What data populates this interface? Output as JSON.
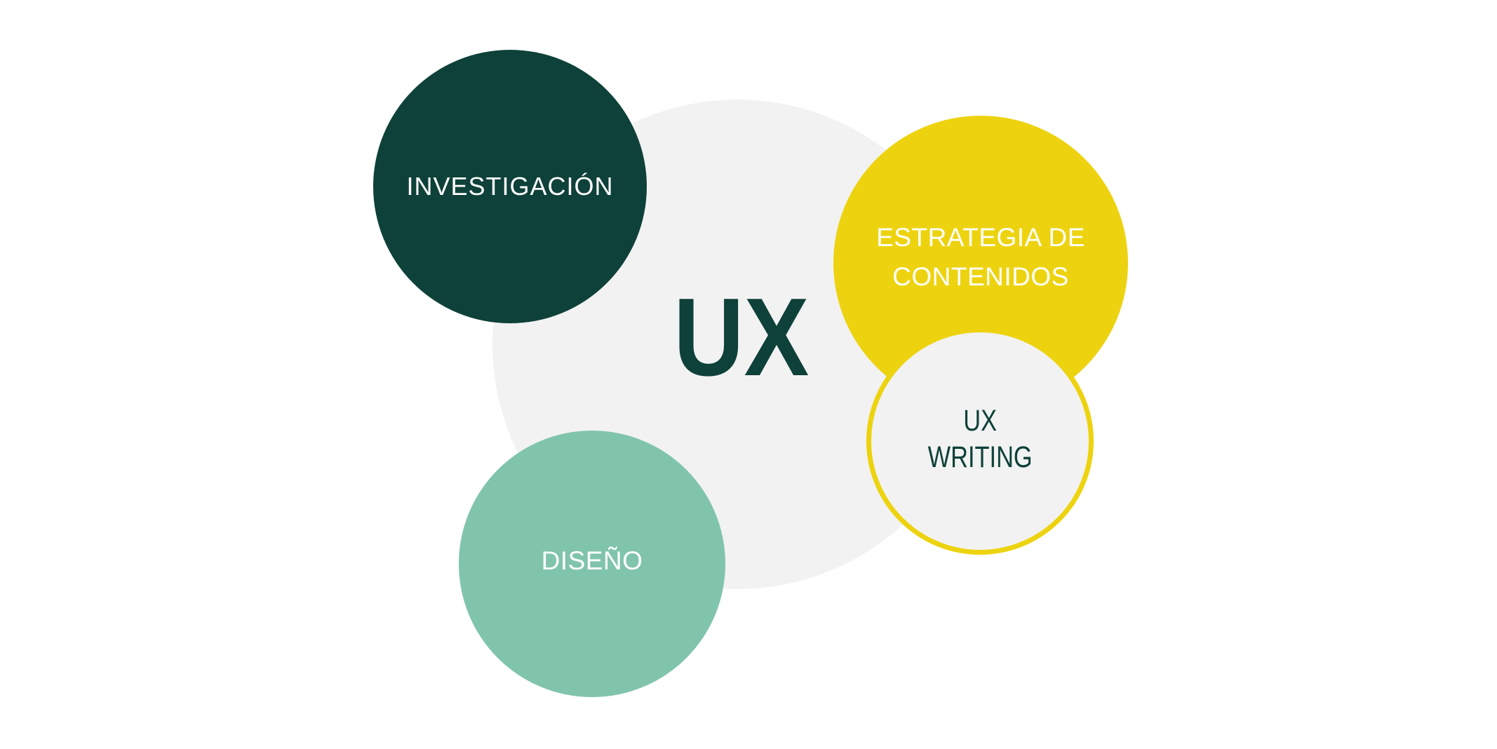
{
  "diagram": {
    "background": "#FFFFFF",
    "hub": {
      "label": "UX",
      "fill": "#F2F2F2",
      "text_color": "#0E4139"
    },
    "circles": {
      "investigacion": {
        "label": "INVESTIGACIÓN",
        "fill": "#0E4139",
        "text_color": "#FFFFFF"
      },
      "estrategia": {
        "label": "ESTRATEGIA DE\nCONTENIDOS",
        "fill": "#EDD30F",
        "text_color": "#FFFFFF"
      },
      "ux_writing": {
        "label": "UX\nWRITING",
        "fill": "#F2F2F2",
        "border_color": "#EDD30F",
        "text_color": "#0E4139"
      },
      "diseno": {
        "label": "DISEÑO",
        "fill": "#80C4AC",
        "text_color": "#FFFFFF"
      }
    }
  }
}
